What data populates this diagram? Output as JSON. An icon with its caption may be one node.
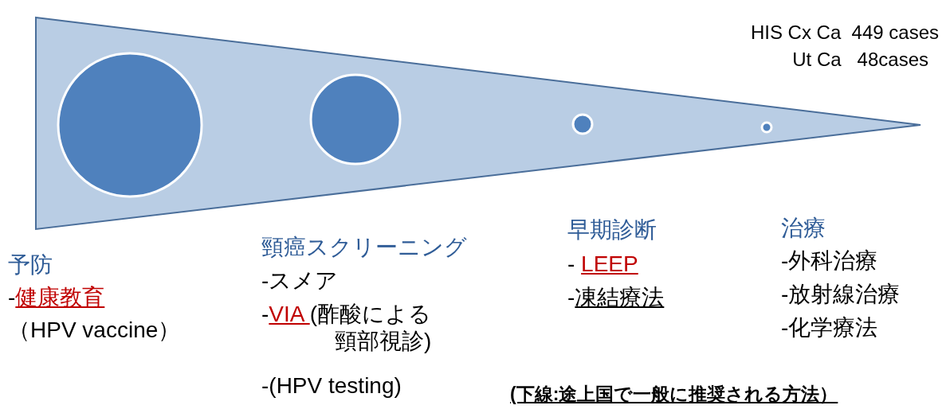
{
  "diagram": {
    "labels": [
      "HIS Cx Ca  449 cases",
      "Ut Ca   48cases",
      "予防",
      "-健康教育",
      "（HPV vaccine）",
      "頸癌スクリーニング",
      "-スメア",
      "-VIA (酢酸による頸部視診)",
      "-(HPV testing)",
      "早期診断",
      "- LEEP",
      "-凍結療法",
      "治療",
      "-外科治療",
      "-放射線治療",
      "-化学療法",
      "(下線:途上国で一般に推奨される方法）"
    ]
  }
}
